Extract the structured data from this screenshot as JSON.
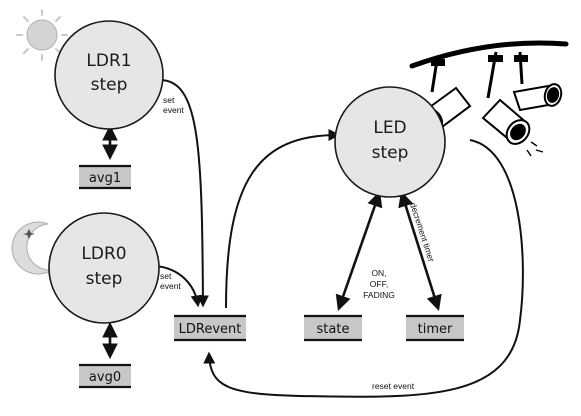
{
  "nodes": {
    "ldr1": {
      "line1": "LDR1",
      "line2": "step"
    },
    "ldr0": {
      "line1": "LDR0",
      "line2": "step"
    },
    "led": {
      "line1": "LED",
      "line2": "step"
    }
  },
  "variables": {
    "avg1": "avg1",
    "avg0": "avg0",
    "ldrevent": "LDRevent",
    "state": "state",
    "timer": "timer"
  },
  "edge_labels": {
    "ldr1_set": [
      "set",
      "event"
    ],
    "ldr0_set": [
      "set",
      "event"
    ],
    "state_values": [
      "ON,",
      "OFF,",
      "FADING"
    ],
    "decrement_timer": "decrement timer",
    "reset_event": "reset event"
  },
  "icons": [
    "sun-icon",
    "moon-icon",
    "spotlights-icon"
  ],
  "colors": {
    "node_fill": "#e6e6e6",
    "box_fill": "#c7c7c7",
    "line": "#111111",
    "sun": "#d2d2d2",
    "moon": "#d8d8d8"
  }
}
